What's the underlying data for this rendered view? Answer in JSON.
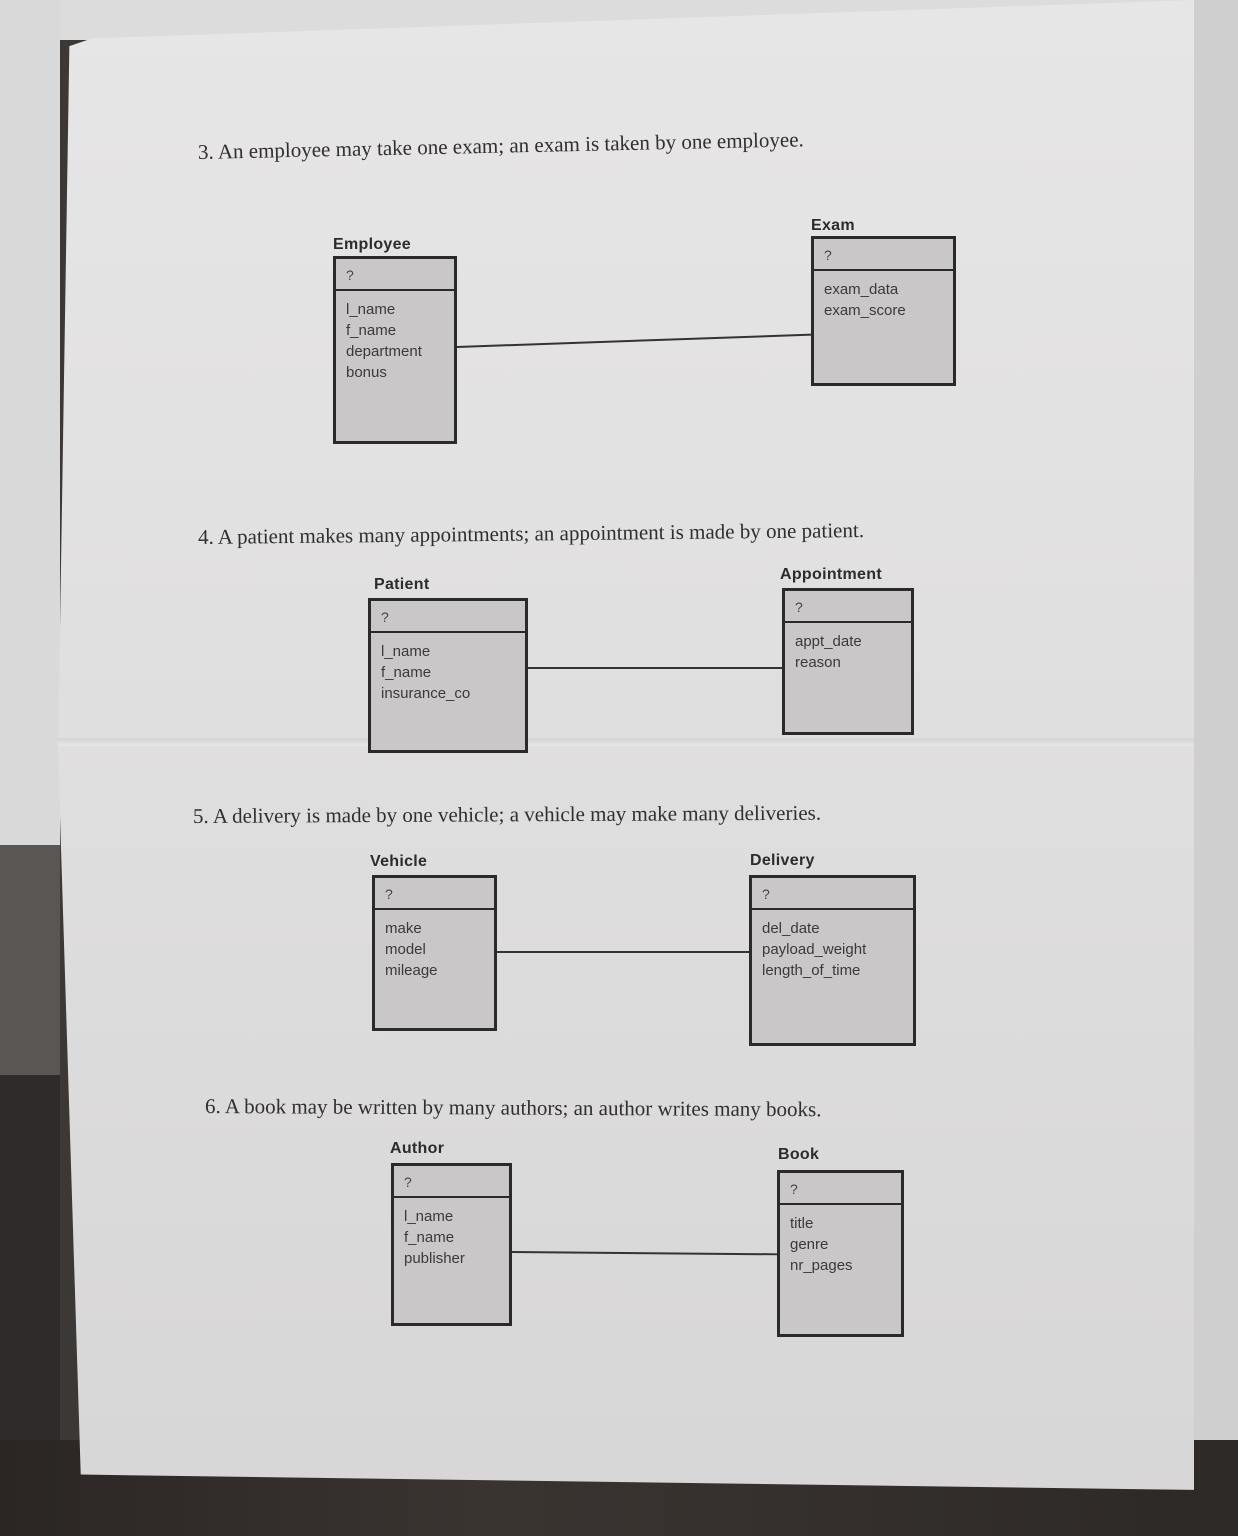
{
  "questions": {
    "q3": "3. An employee may take one exam; an exam is taken by one employee.",
    "q4": "4. A patient makes many appointments; an appointment is made by one patient.",
    "q5": "5. A delivery is made by one vehicle; a vehicle may make many deliveries.",
    "q6": "6. A book may be written by many authors; an author writes many books."
  },
  "entities": {
    "employee": {
      "title": "Employee",
      "key": "?",
      "attrs": [
        "l_name",
        "f_name",
        "department",
        "bonus"
      ]
    },
    "exam": {
      "title": "Exam",
      "key": "?",
      "attrs": [
        "exam_data",
        "exam_score"
      ]
    },
    "patient": {
      "title": "Patient",
      "key": "?",
      "attrs": [
        "l_name",
        "f_name",
        "insurance_co"
      ]
    },
    "appointment": {
      "title": "Appointment",
      "key": "?",
      "attrs": [
        "appt_date",
        "reason"
      ]
    },
    "vehicle": {
      "title": "Vehicle",
      "key": "?",
      "attrs": [
        "make",
        "model",
        "mileage"
      ]
    },
    "delivery": {
      "title": "Delivery",
      "key": "?",
      "attrs": [
        "del_date",
        "payload_weight",
        "length_of_time"
      ]
    },
    "author": {
      "title": "Author",
      "key": "?",
      "attrs": [
        "l_name",
        "f_name",
        "publisher"
      ]
    },
    "book": {
      "title": "Book",
      "key": "?",
      "attrs": [
        "title",
        "genre",
        "nr_pages"
      ]
    }
  }
}
